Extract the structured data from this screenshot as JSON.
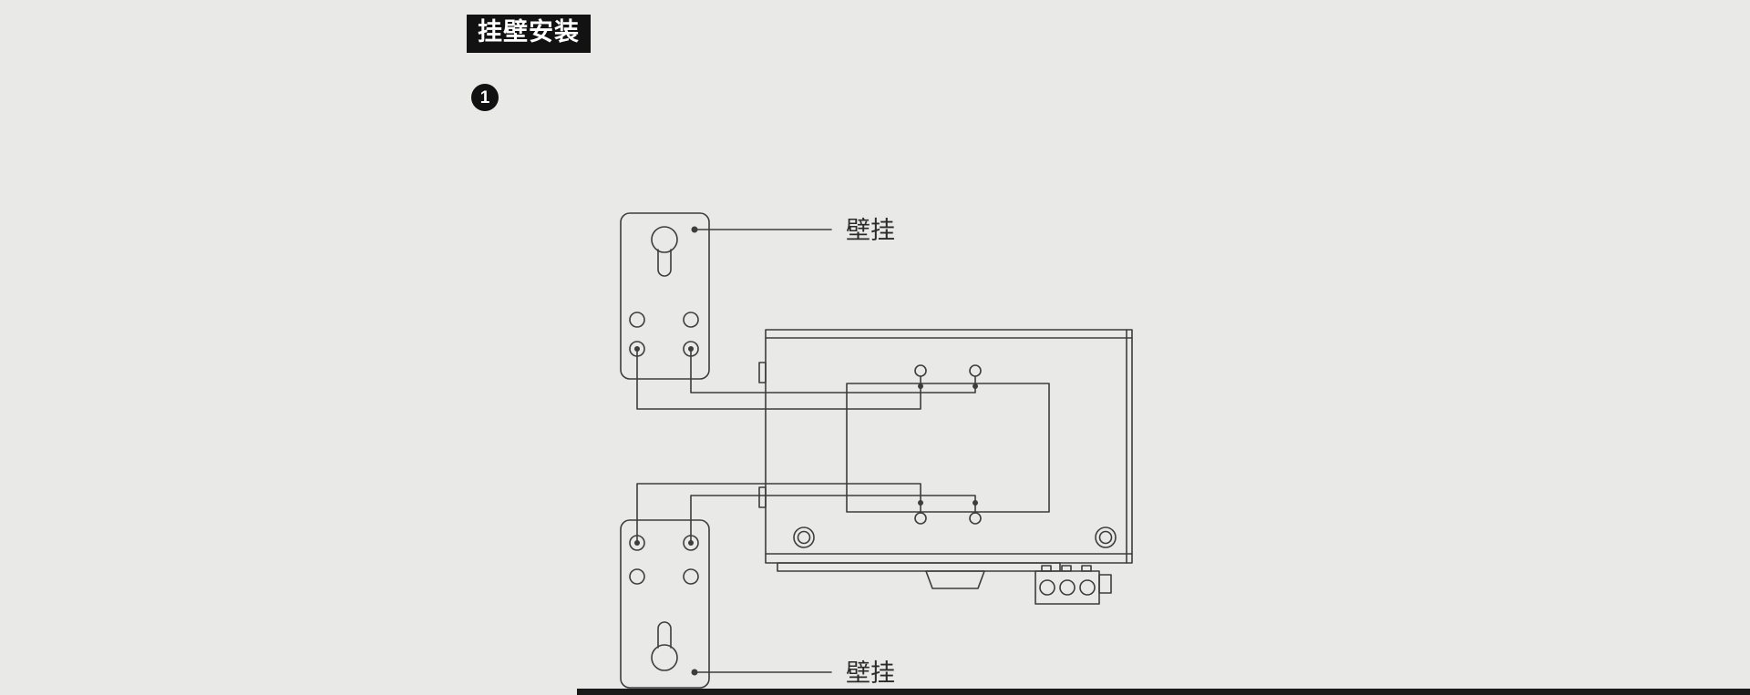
{
  "colors": {
    "background": "#e9e9e7",
    "line": "#3d3d3d",
    "title_badge_bg": "#121212",
    "title_badge_text": "#ffffff",
    "label_text": "#2b2b2b",
    "footer_bar": "#1a1a1a"
  },
  "section": {
    "title": "挂壁安装",
    "step_number": "1"
  },
  "diagram": {
    "labels": {
      "top_bracket": "壁挂",
      "bottom_bracket": "壁挂"
    }
  }
}
